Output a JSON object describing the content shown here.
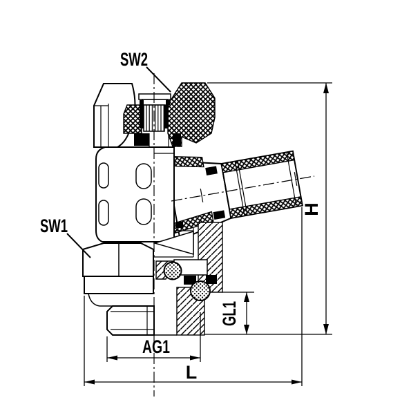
{
  "drawing": {
    "type": "technical-cross-section-drawing",
    "background_color": "#ffffff",
    "line_color": "#000000",
    "labels": {
      "sw2": "SW2",
      "sw1": "SW1",
      "height": "H",
      "length": "L",
      "external_thread": "AG1",
      "thread_length": "GL1"
    }
  }
}
